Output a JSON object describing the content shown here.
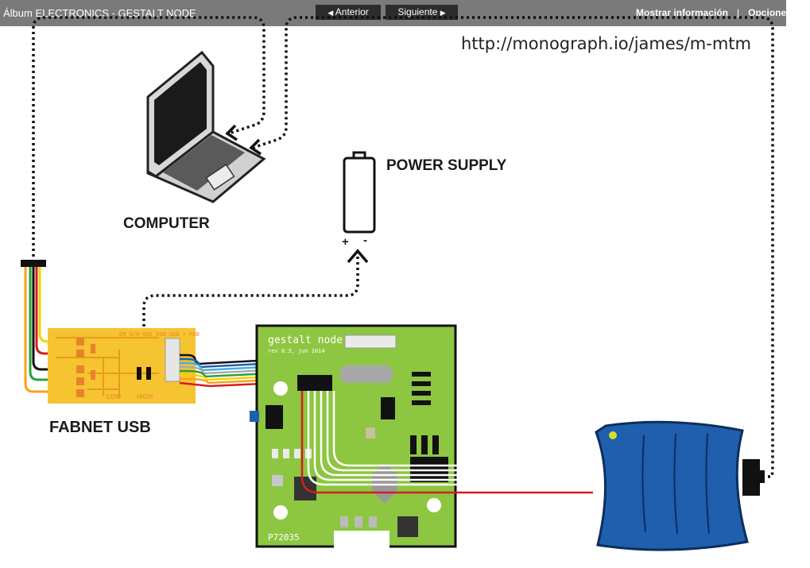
{
  "window": {
    "title": "Álbum ELECTRONICS - GESTALT NODE"
  },
  "nav": {
    "prev_label": "Anterior",
    "next_label": "Siguiente",
    "prev_icon": "triangle-left-icon",
    "next_icon": "triangle-right-icon"
  },
  "menu": {
    "show_info": "Mostrar información",
    "separator": "|",
    "options": "Opcione"
  },
  "diagram": {
    "url": "http://monograph.io/james/m-mtm",
    "computer_label": "COMPUTER",
    "power_label": "POWER SUPPLY",
    "fabnet_label": "FABNET USB",
    "plus": "+",
    "minus": "-",
    "board_title": "gestalt node",
    "board_subtitle": "rev 0.3, jun 2014",
    "board_id": "P72035",
    "fabnet_silkscreen": "EM 0/8-G01 FAB USB + FAB",
    "fabnet_low": "LOW",
    "fabnet_high": "HIGH",
    "colors": {
      "board_green": "#8dc640",
      "fabnet_yellow": "#f6c331",
      "motor_blue": "#1f5fae",
      "wire_red": "#d21f1f"
    }
  }
}
